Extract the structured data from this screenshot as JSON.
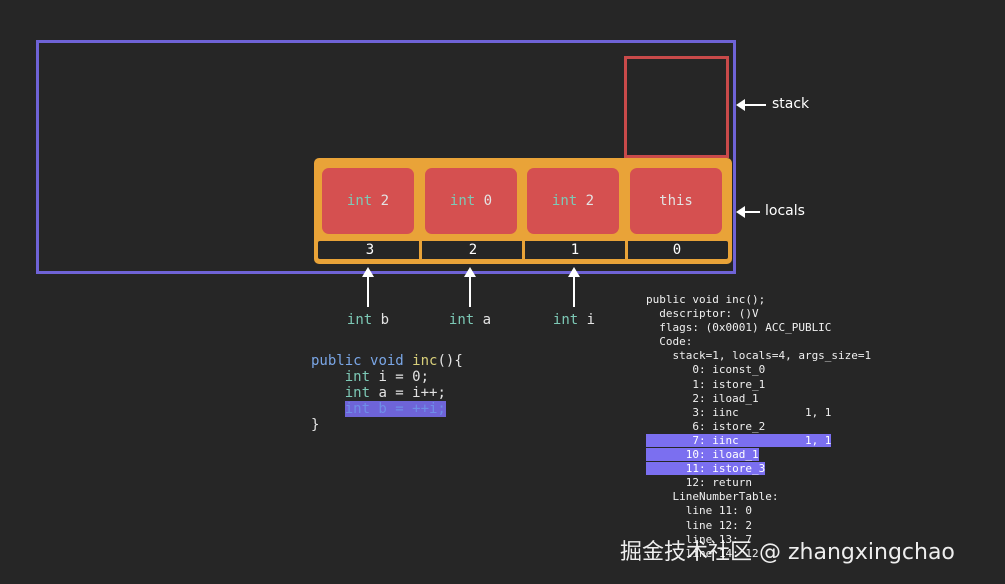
{
  "slots": [
    {
      "type": "int",
      "value": "2",
      "index": "3"
    },
    {
      "type": "int",
      "value": "0",
      "index": "2"
    },
    {
      "type": "int",
      "value": "2",
      "index": "1"
    },
    {
      "type": "",
      "value": "this",
      "index": "0"
    }
  ],
  "labels": {
    "stack": "stack",
    "locals": "locals"
  },
  "vars": [
    {
      "type": "int",
      "name": "b"
    },
    {
      "type": "int",
      "name": "a"
    },
    {
      "type": "int",
      "name": "i"
    }
  ],
  "code": {
    "l1_kw1": "public",
    "l1_kw2": "void",
    "l1_fn": "inc",
    "l1_rest": "(){",
    "l2_ty": "int",
    "l2_rest": " i = 0;",
    "l3_ty": "int",
    "l3_rest": " a = i++;",
    "l4": "int b = ++i;",
    "l5": "}"
  },
  "bytecode": [
    "public void inc();",
    "  descriptor: ()V",
    "  flags: (0x0001) ACC_PUBLIC",
    "  Code:",
    "    stack=1, locals=4, args_size=1",
    "       0: iconst_0",
    "       1: istore_1",
    "       2: iload_1",
    "       3: iinc          1, 1",
    "       6: istore_2",
    "       7: iinc          1, 1",
    "      10: iload_1",
    "      11: istore_3",
    "      12: return",
    "    LineNumberTable:",
    "      line 11: 0",
    "      line 12: 2",
    "      line 13: 7",
    "      line 14: 12"
  ],
  "watermark": "掘金技术社区 @ zhangxingchao"
}
